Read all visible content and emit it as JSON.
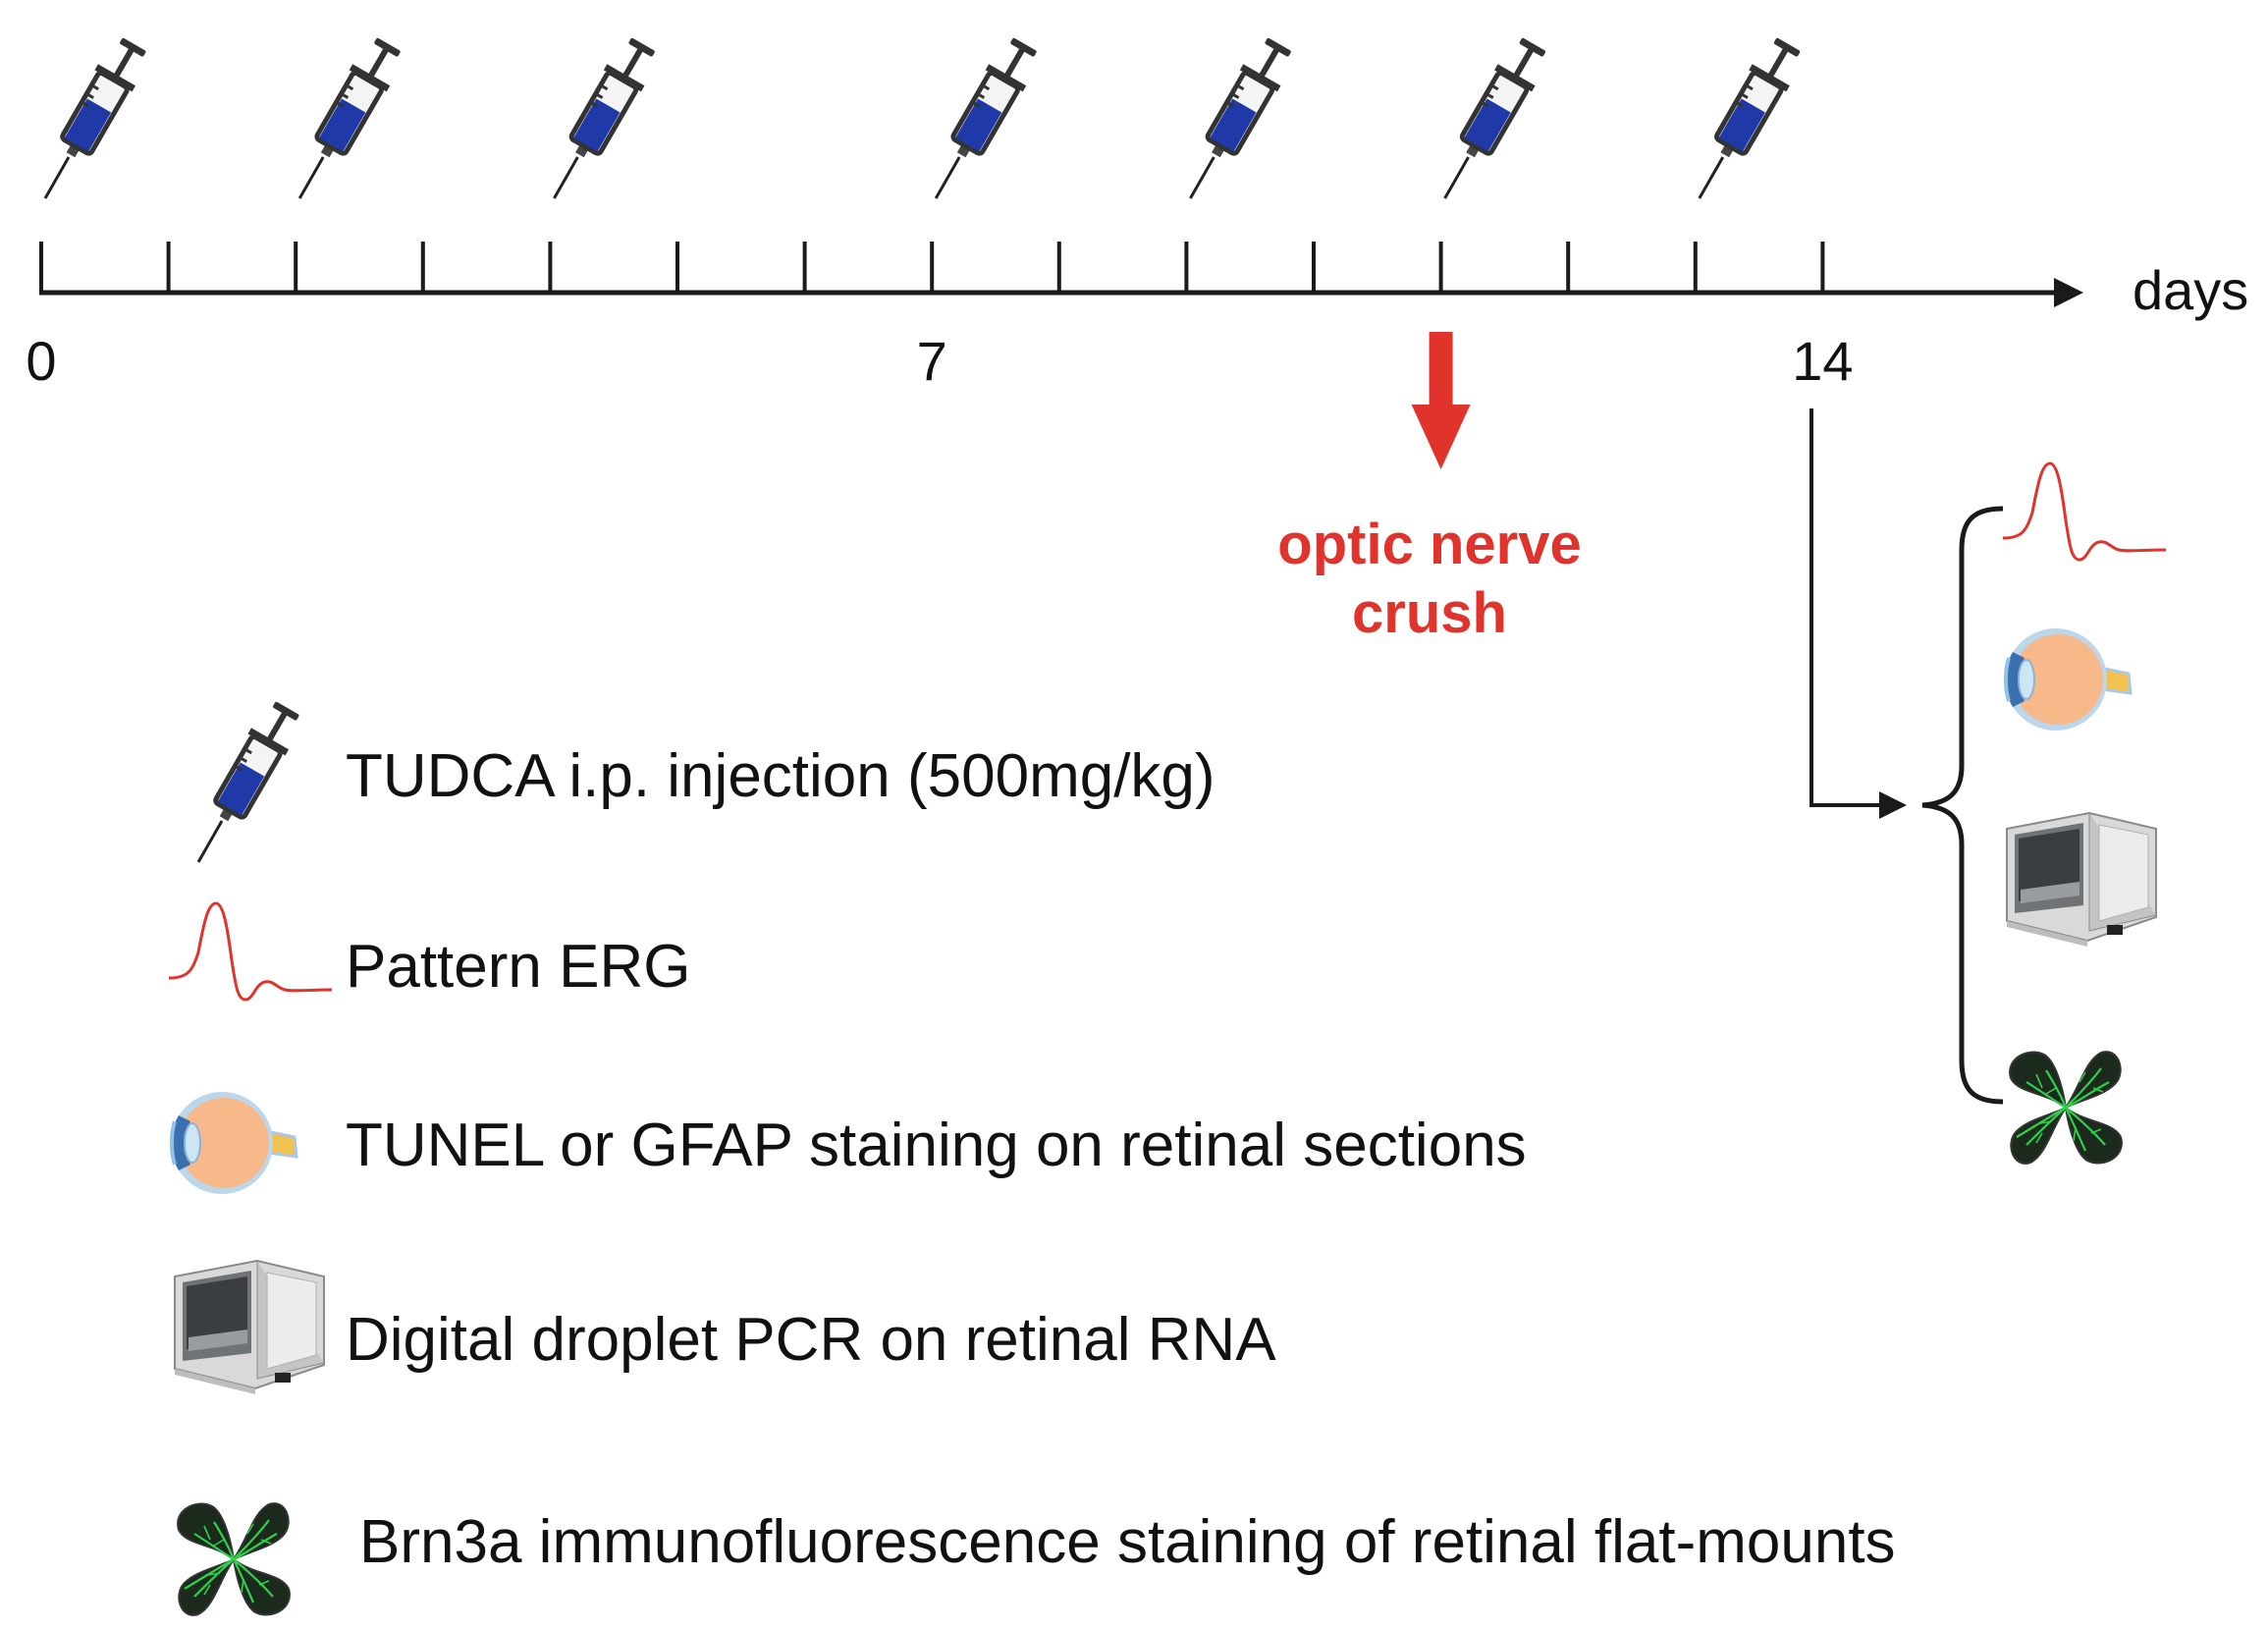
{
  "timeline": {
    "axis_label": "days",
    "tick_labels": [
      {
        "day": 0,
        "text": "0"
      },
      {
        "day": 7,
        "text": "7"
      },
      {
        "day": 14,
        "text": "14"
      }
    ],
    "tick_days": [
      0,
      1,
      2,
      3,
      4,
      5,
      6,
      7,
      8,
      9,
      10,
      11,
      12,
      13,
      14
    ],
    "injection_days": [
      0,
      2,
      4,
      7,
      9,
      11,
      13
    ],
    "crush_day": 11
  },
  "event": {
    "label_line1": "optic nerve",
    "label_line2": "crush",
    "color": "#e0332b"
  },
  "legend": [
    {
      "icon": "syringe-icon",
      "text": "TUDCA i.p. injection (500mg/kg)"
    },
    {
      "icon": "erg-waveform-icon",
      "text": "Pattern ERG"
    },
    {
      "icon": "eye-cross-section-icon",
      "text": "TUNEL or GFAP staining on retinal sections"
    },
    {
      "icon": "ddpcr-machine-icon",
      "text": "Digital droplet PCR on retinal RNA"
    },
    {
      "icon": "retinal-flatmount-icon",
      "text": "Brn3a immunofluorescence staining of retinal flat-mounts"
    }
  ],
  "outcome_icons": [
    "erg-waveform-icon",
    "eye-cross-section-icon",
    "ddpcr-machine-icon",
    "retinal-flatmount-icon"
  ],
  "colors": {
    "syringe_fluid": "#1f3aa8",
    "erg_line": "#e0332b",
    "eye_body": "#f7b98a",
    "eye_nerve": "#f2c24e",
    "flatmount_tissue": "#1c2a1e",
    "flatmount_vessels": "#2fcf4a",
    "machine_body": "#d9d9d9"
  }
}
